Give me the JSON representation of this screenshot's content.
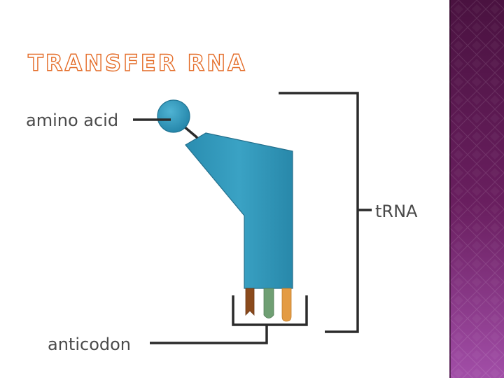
{
  "slide": {
    "title": "TRANSFER RNA"
  },
  "diagram": {
    "labels": {
      "amino_acid": "amino acid",
      "trna": "tRNA",
      "anticodon": "anticodon"
    }
  },
  "colors": {
    "title_outline": "#e46c28",
    "trna_body": "#2f96b8",
    "trna_body_dark": "#1f7392",
    "leader_line": "#2b2b2b",
    "label_text": "#4a4a4a",
    "base_1": "#8b4a1c",
    "base_2": "#6f9f73",
    "base_3": "#e39b43",
    "side_panel": "#5a1a4c"
  },
  "icons": {
    "amino_acid": "circle-ball-icon",
    "side_panel_pattern": "diamond-lattice-pattern"
  }
}
